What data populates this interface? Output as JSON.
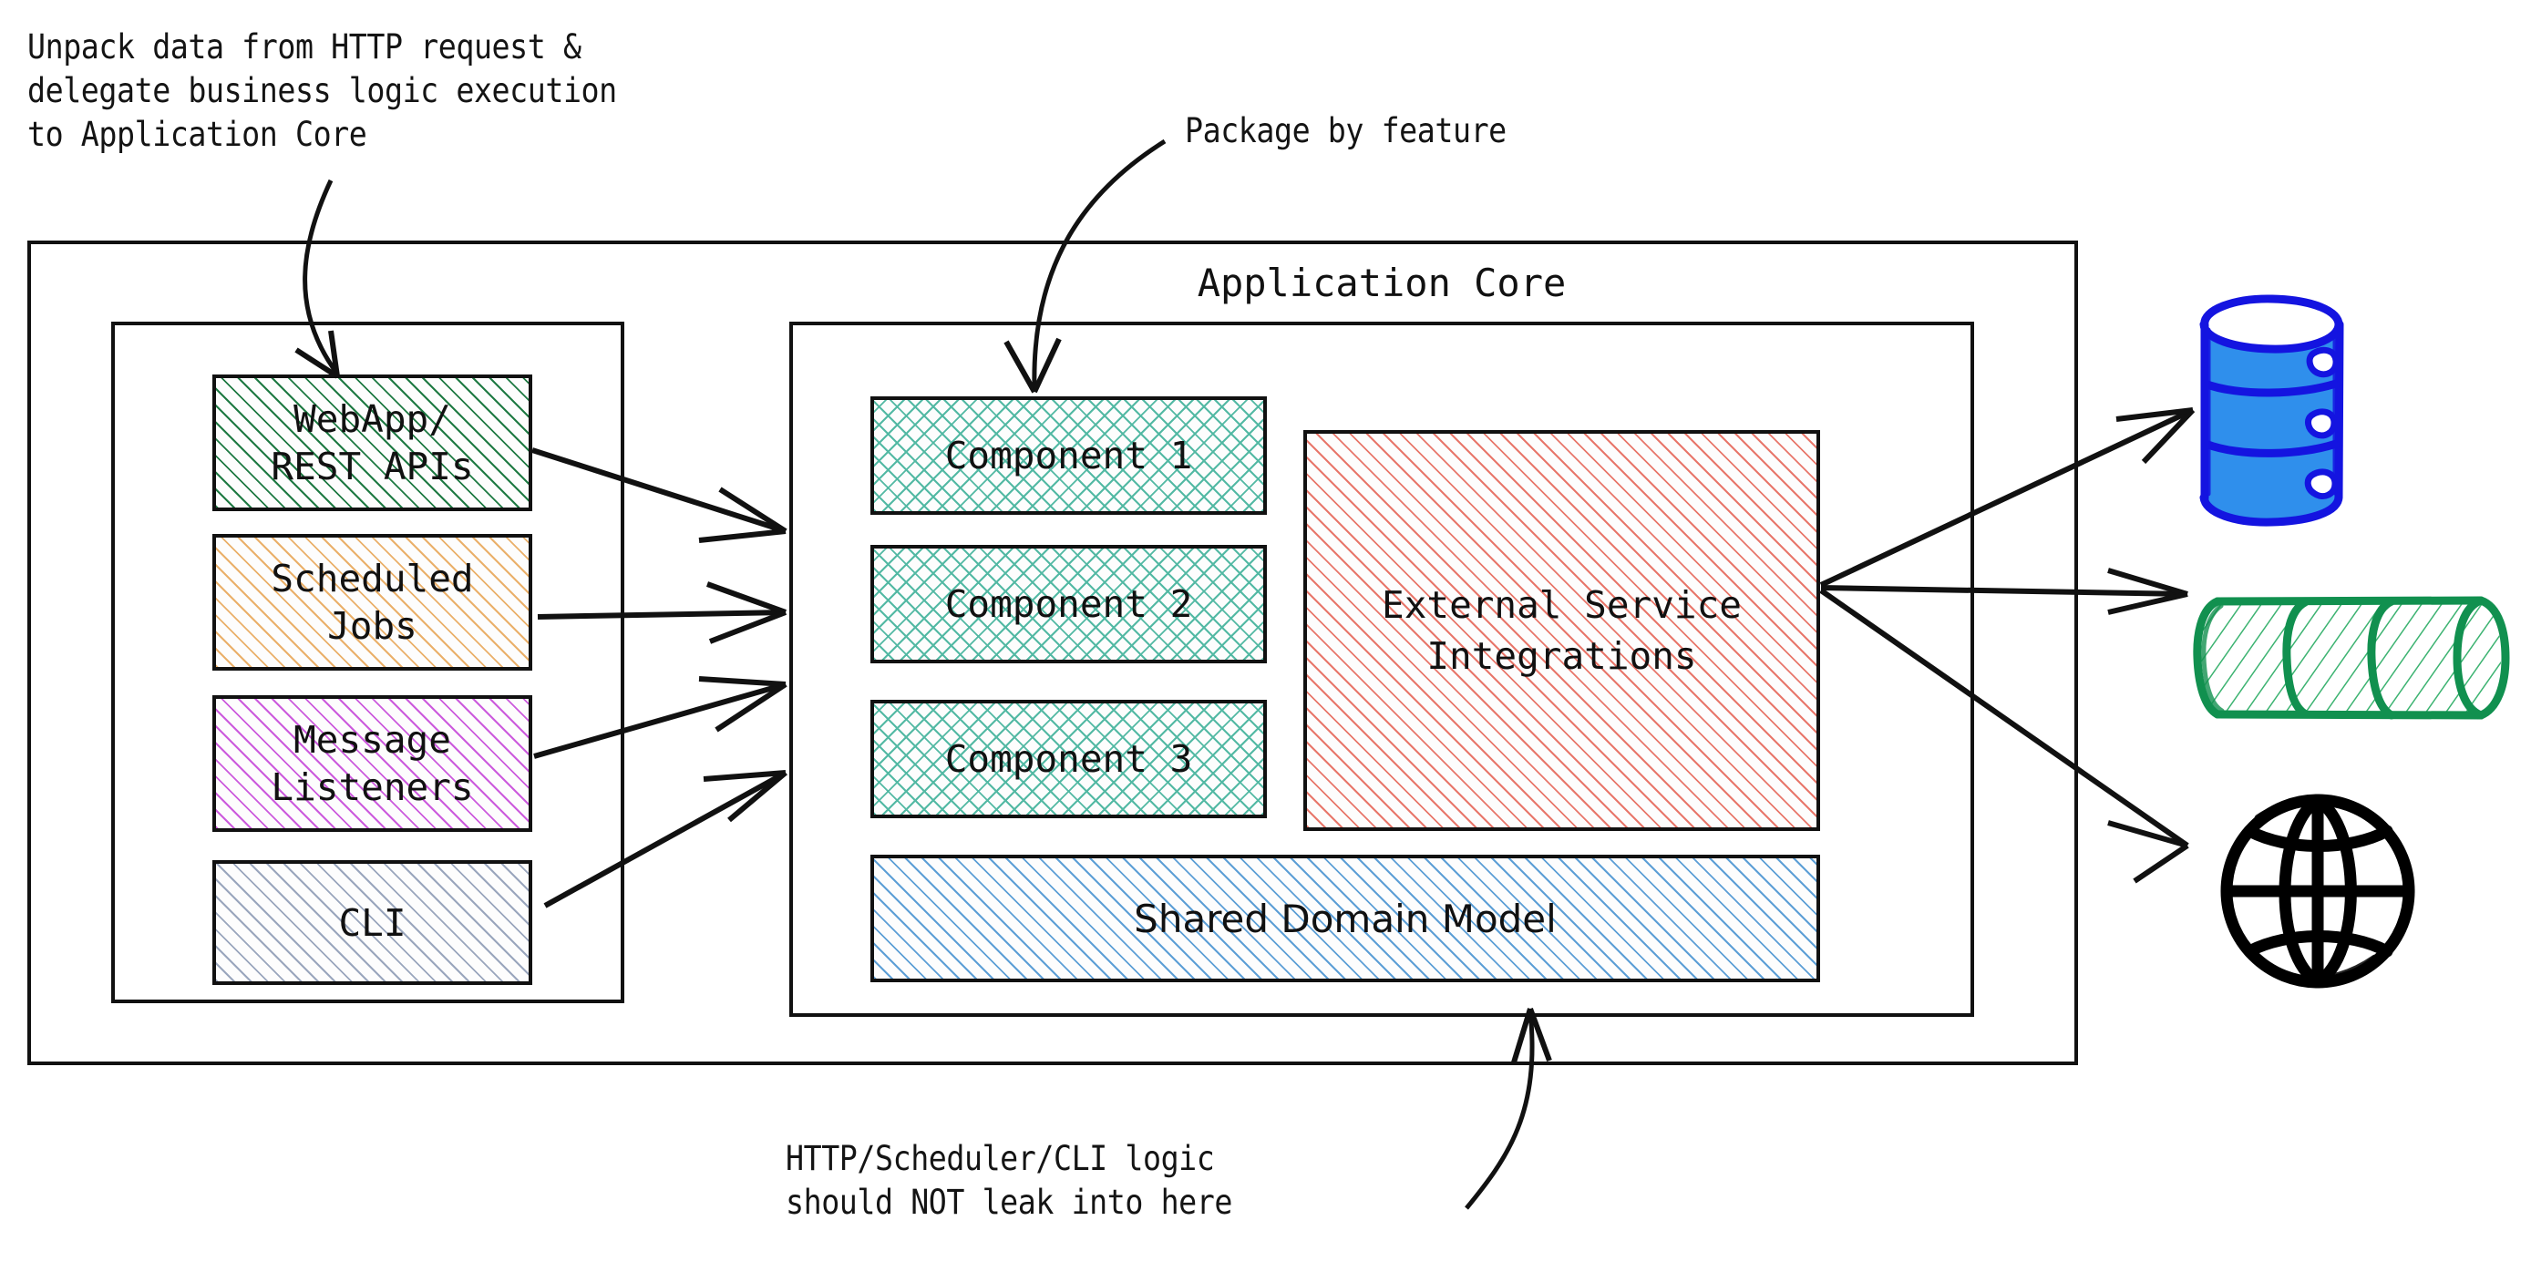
{
  "diagram": {
    "title": "Application Core",
    "annotations": {
      "top_left": "Unpack data from HTTP request &\ndelegate business logic execution\nto Application Core",
      "top_center": "Package by feature",
      "bottom": "HTTP/Scheduler/CLI logic\nshould NOT leak into here"
    },
    "adapters": [
      {
        "label": "WebApp/\nREST APIs",
        "pattern": "diagonal-hatch",
        "color": "#1f7a43"
      },
      {
        "label": "Scheduled\nJobs",
        "pattern": "diagonal-hatch",
        "color": "#eab06a"
      },
      {
        "label": "Message\nListeners",
        "pattern": "diagonal-hatch",
        "color": "#cc5bdd"
      },
      {
        "label": "CLI",
        "pattern": "diagonal-hatch",
        "color": "#9aa6bd"
      }
    ],
    "components": [
      {
        "label": "Component 1",
        "pattern": "cross-hatch",
        "color": "#53b9a4"
      },
      {
        "label": "Component 2",
        "pattern": "cross-hatch",
        "color": "#53b9a4"
      },
      {
        "label": "Component 3",
        "pattern": "cross-hatch",
        "color": "#53b9a4"
      }
    ],
    "external_services": {
      "label": "External Service\nIntegrations",
      "pattern": "diagonal-hatch",
      "color": "#e8776b"
    },
    "shared_domain": {
      "label": "Shared Domain Model",
      "pattern": "diagonal-hatch",
      "color": "#5d9fd6"
    },
    "external_systems": [
      {
        "name": "database-icon",
        "color": "#1414e0"
      },
      {
        "name": "message-queue-icon",
        "color": "#11904f"
      },
      {
        "name": "globe-icon",
        "color": "#000000"
      }
    ],
    "colors": {
      "stroke": "#111111",
      "database": "#1414e0",
      "database_fill": "#2f8fec",
      "queue": "#11904f",
      "globe": "#000000"
    }
  }
}
